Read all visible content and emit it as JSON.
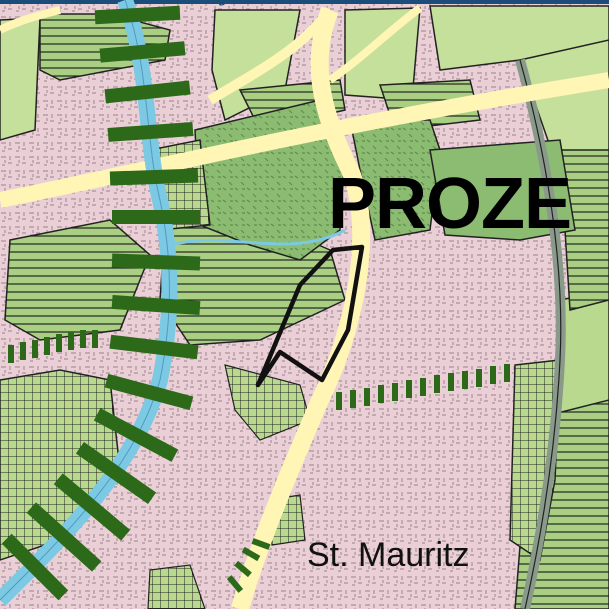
{
  "map": {
    "top_caption": "g",
    "district_label": "PROZE",
    "place_label": "St. Mauritz",
    "colors": {
      "urban_pink": "#ead0d6",
      "urban_texture": "#b49aa2",
      "light_green": "#c5e09a",
      "medium_green": "#7fb46a",
      "dark_green": "#2c6a1a",
      "road_yellow": "#fff5b5",
      "river_blue": "#7cc9e4",
      "rail_gray": "#8a9a8a",
      "outline_black": "#111111",
      "frame_blue": "#1a4d7a"
    },
    "icons": [
      "highlighted-parcel-outline",
      "green-corridor-dashes",
      "river",
      "main-road"
    ]
  }
}
